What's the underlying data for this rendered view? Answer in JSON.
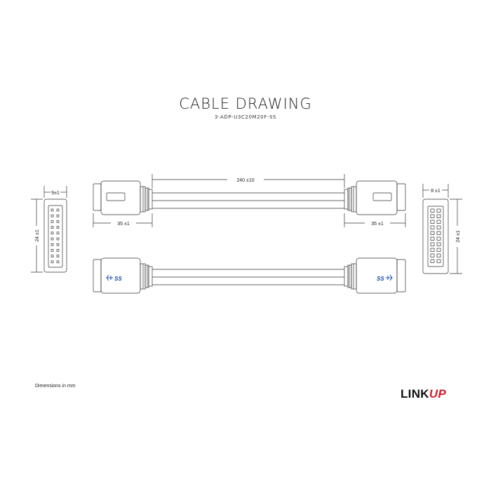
{
  "title": "CABLE DRAWING",
  "part_number": "3-ADP-U3C20M20F-SS",
  "dimensions": {
    "length": "240 ±10",
    "left_header": "35 ±1",
    "right_header": "35 ±1",
    "left_width": "9±1",
    "left_height": "24 ±1",
    "right_width": "8 ±1",
    "right_height": "24 ±1"
  },
  "usb_mark_left": "SS",
  "usb_mark_right": "SS",
  "footnote": "Dimensions in mm",
  "logo": {
    "text_main": "LINK",
    "text_accent": "UP",
    "accent_color": "#d0202a"
  }
}
